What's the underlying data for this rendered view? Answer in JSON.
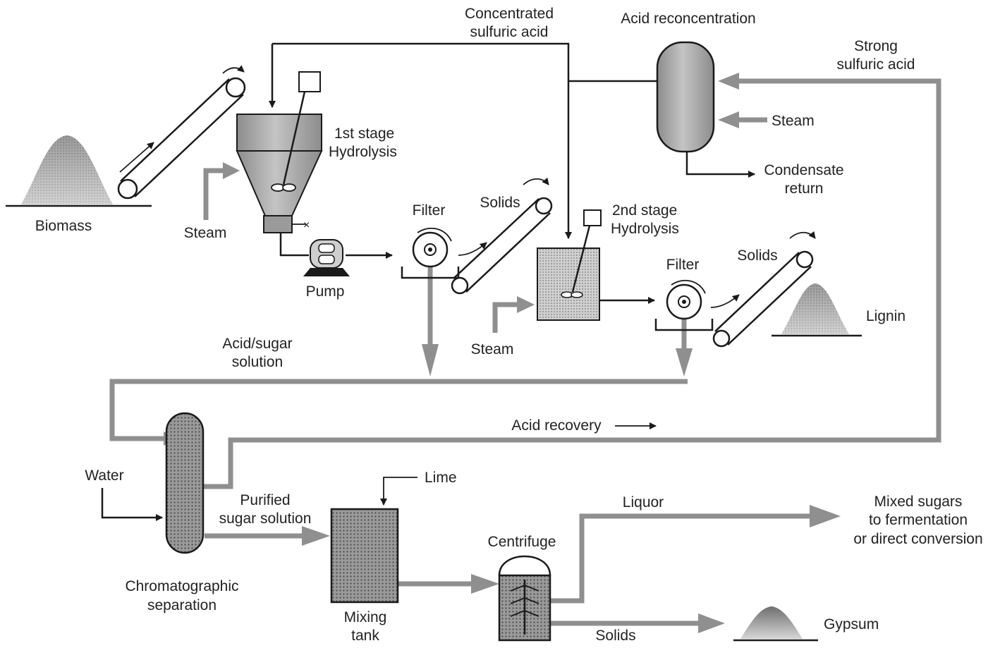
{
  "labels": {
    "concentrated_acid": [
      "Concentrated",
      "sulfuric acid"
    ],
    "acid_reconcentration": "Acid reconcentration",
    "strong_acid": [
      "Strong",
      "sulfuric acid"
    ],
    "steam_reconc": "Steam",
    "condensate": [
      "Condensate",
      "return"
    ],
    "stage1": [
      "1st stage",
      "Hydrolysis"
    ],
    "biomass": "Biomass",
    "steam1": "Steam",
    "pump": "Pump",
    "filter1": "Filter",
    "solids1": "Solids",
    "stage2": [
      "2nd stage",
      "Hydrolysis"
    ],
    "filter2": "Filter",
    "solids2": "Solids",
    "lignin": "Lignin",
    "steam2": "Steam",
    "acid_sugar": [
      "Acid/sugar",
      "solution"
    ],
    "acid_recovery": "Acid recovery",
    "water": "Water",
    "purified": [
      "Purified",
      "sugar solution"
    ],
    "lime": "Lime",
    "liquor": "Liquor",
    "mixed_sugars": [
      "Mixed sugars",
      "to fermentation",
      "or direct conversion"
    ],
    "centrifuge": "Centrifuge",
    "chromatographic": [
      "Chromatographic",
      "separation"
    ],
    "mixing_tank": [
      "Mixing",
      "tank"
    ],
    "solids3": "Solids",
    "gypsum": "Gypsum"
  },
  "colors": {
    "pipe": "#8f8f8f",
    "line": "#1a1a1a",
    "vessel_fill": "#a8a8a8",
    "pile_fill": "#8a8a8a"
  }
}
